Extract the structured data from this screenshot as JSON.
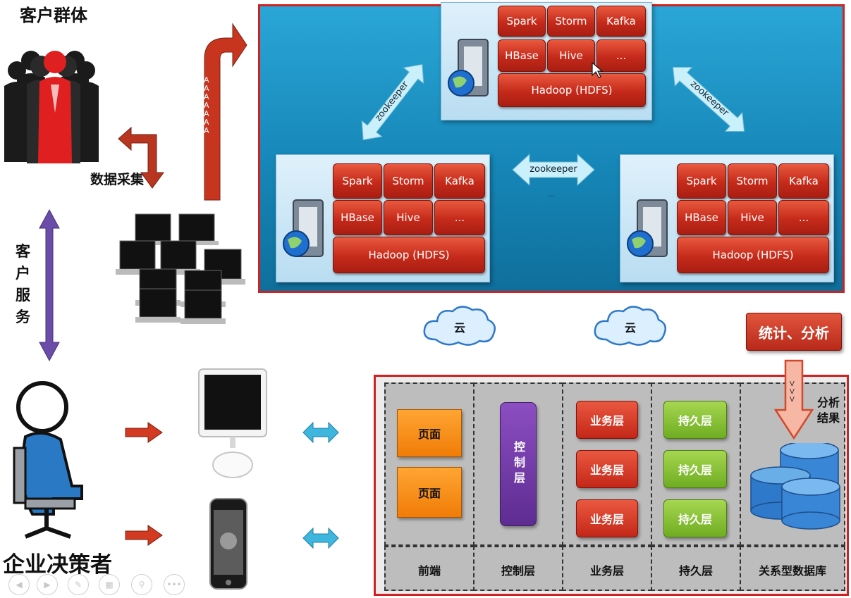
{
  "left": {
    "customer_group": "客户群体",
    "data_collection": "数据采集",
    "customer_service": "客户服务",
    "decision_maker": "企业决策者",
    "arrow_marks": "AAAAAAA"
  },
  "cluster": {
    "nodes": [
      {
        "components": [
          "Spark",
          "Storm",
          "Kafka",
          "HBase",
          "Hive",
          "...",
          "Hadoop (HDFS)"
        ]
      },
      {
        "components": [
          "Spark",
          "Storm",
          "Kafka",
          "HBase",
          "Hive",
          "...",
          "Hadoop (HDFS)"
        ]
      },
      {
        "components": [
          "Spark",
          "Storm",
          "Kafka",
          "HBase",
          "Hive",
          "...",
          "Hadoop (HDFS)"
        ]
      }
    ],
    "zookeeper": [
      "zookeeper",
      "zookeeper",
      "zookeeper"
    ],
    "zk_dots": "..."
  },
  "clouds": [
    "云",
    "云"
  ],
  "stats_label": "统计、分析",
  "stats_marks": "VVV",
  "layers": {
    "front_boxes": [
      "页面",
      "页面"
    ],
    "control_box": "控制层",
    "business_boxes": [
      "业务层",
      "业务层",
      "业务层"
    ],
    "persist_boxes": [
      "持久层",
      "持久层",
      "持久层"
    ],
    "analysis_result": "分析结果",
    "footer": [
      "前端",
      "控制层",
      "业务层",
      "持久层",
      "关系型数据库"
    ]
  },
  "colors": {
    "panel_border": "#d32020",
    "cluster_bg": "#1687b8",
    "component_red": "#c52a1a",
    "orange": "#f07c07",
    "green": "#6fad22",
    "purple": "#5d2c91",
    "db_blue": "#2e79c9"
  },
  "nav_icons": [
    "prev-icon",
    "next-icon",
    "pen-icon",
    "slides-icon",
    "zoom-icon",
    "more-icon"
  ]
}
